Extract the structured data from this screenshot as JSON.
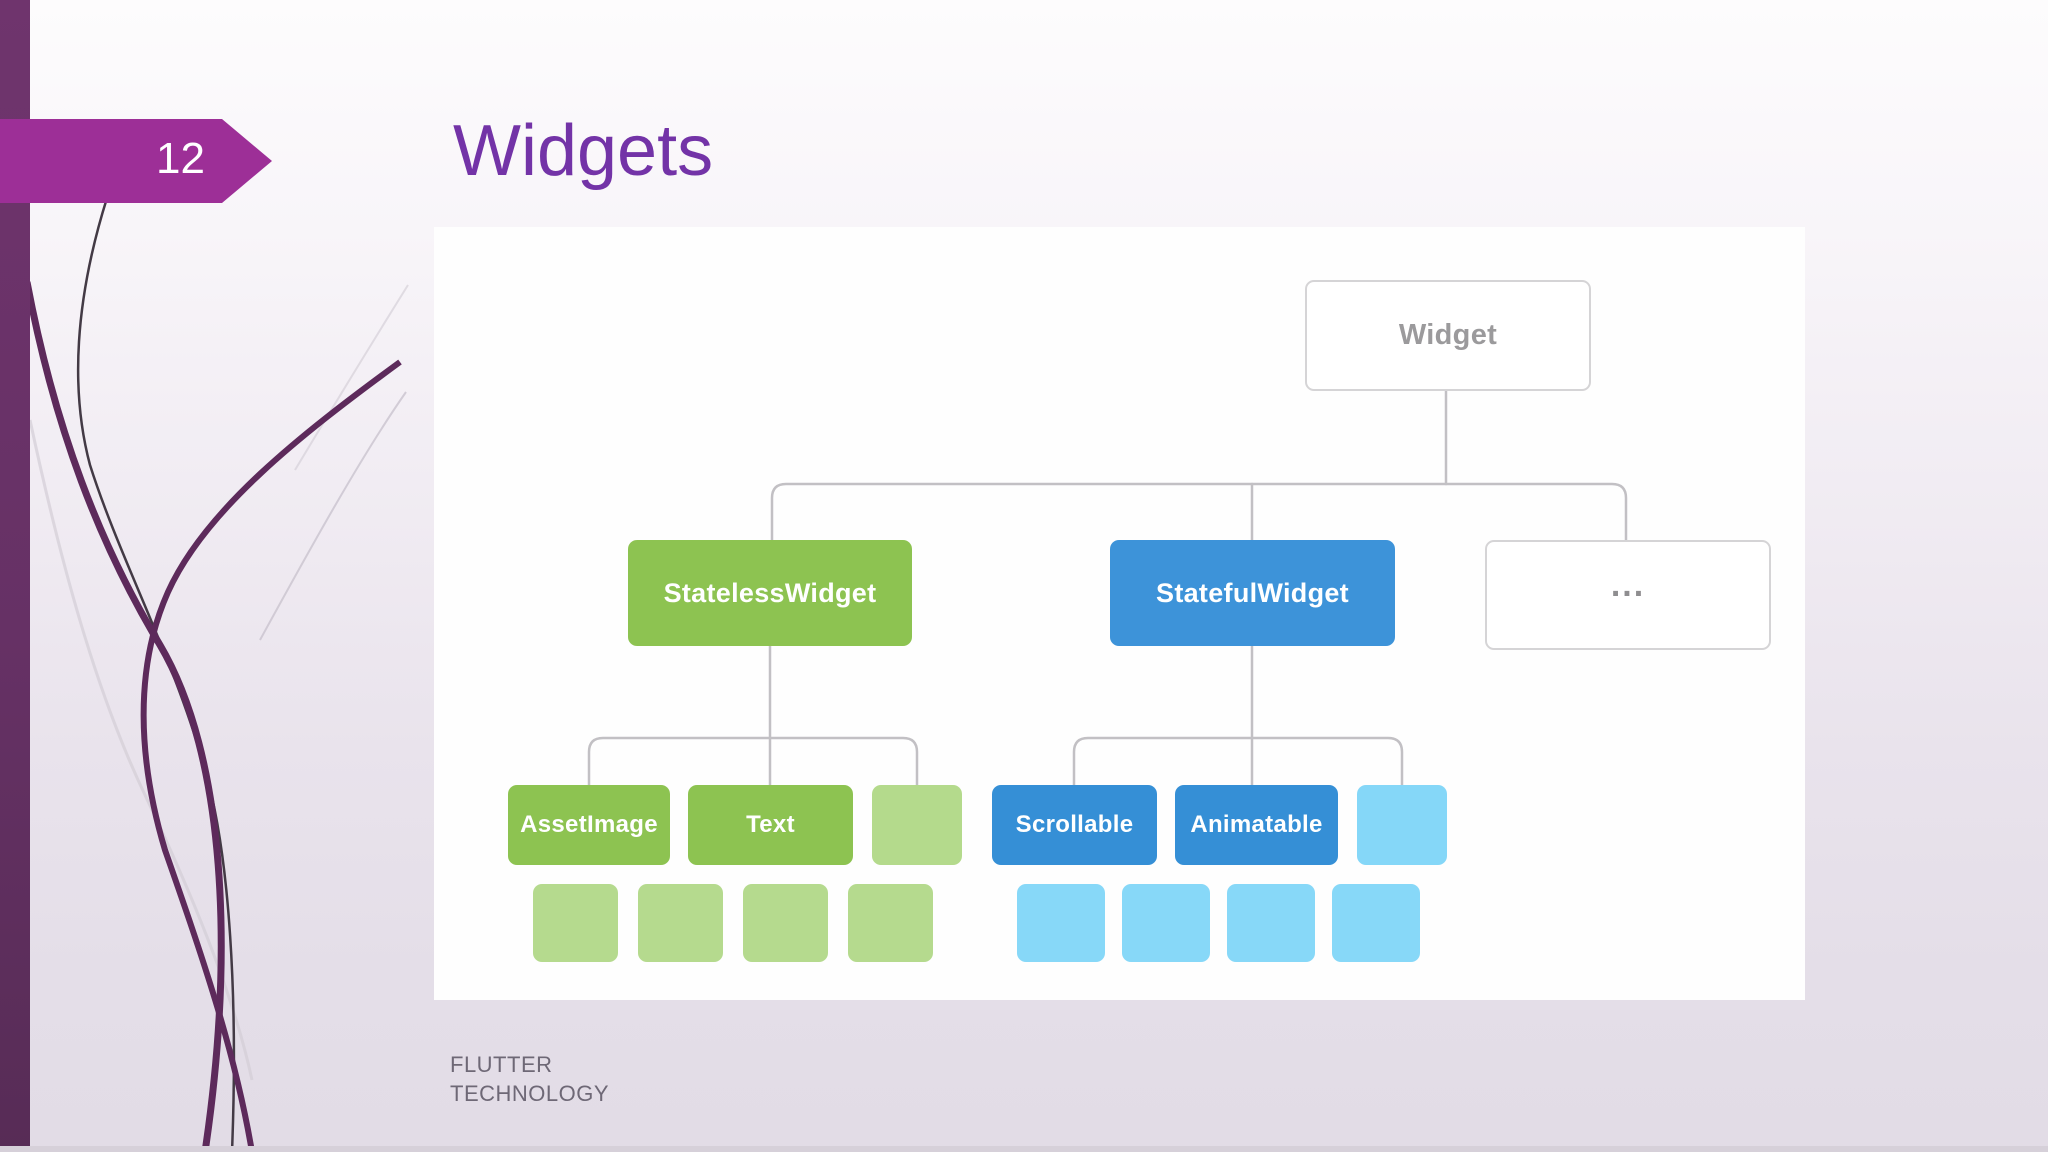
{
  "slide": {
    "number": "12",
    "title": "Widgets",
    "footer_line1": "FLUTTER",
    "footer_line2": "TECHNOLOGY"
  },
  "colors": {
    "banner_magenta": "#9D2F97",
    "title_purple": "#7333A7",
    "sidebar_purple": "#663165",
    "node_green": "#8DC351",
    "node_light_green": "#B4DA8C",
    "node_blue": "#3D93D9",
    "node_row_blue": "#358FD6",
    "node_light_blue": "#85D7F8",
    "connector_gray": "#C2C0C4",
    "background_lavender": "#E4DEE8"
  },
  "diagram": {
    "type": "tree",
    "root": {
      "label": "Widget"
    },
    "level1": [
      {
        "label": "StatelessWidget"
      },
      {
        "label": "StatefulWidget"
      },
      {
        "label": "..."
      }
    ],
    "level2_green": [
      {
        "label": "AssetImage"
      },
      {
        "label": "Text"
      },
      {
        "label": ""
      }
    ],
    "level2_blue": [
      {
        "label": "Scrollable"
      },
      {
        "label": "Animatable"
      },
      {
        "label": ""
      }
    ],
    "leaf_counts": {
      "green_squares": 4,
      "blue_squares": 4
    }
  }
}
